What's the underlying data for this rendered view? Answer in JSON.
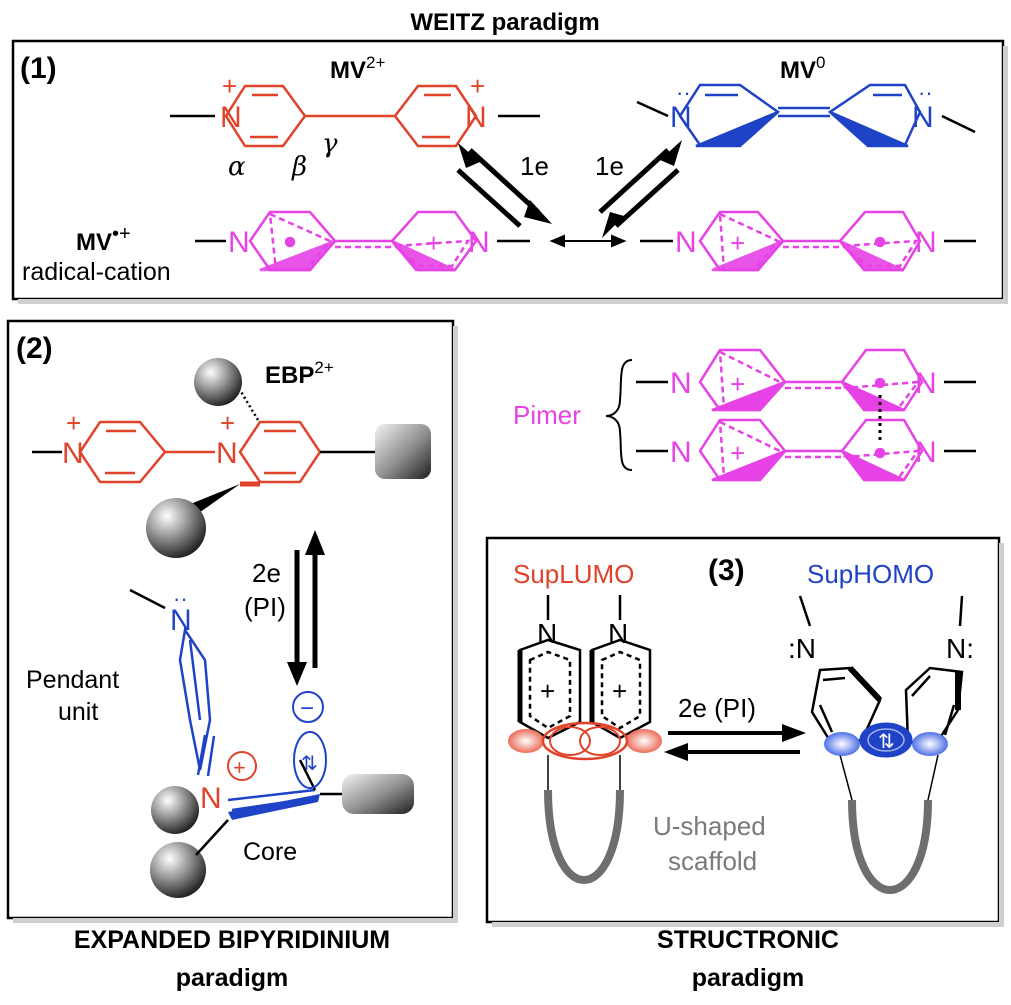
{
  "titles": {
    "weitz": "WEITZ paradigm",
    "expanded_line1": "EXPANDED BIPYRIDINIUM",
    "expanded_line2": "paradigm",
    "structronic_line1": "STRUCTRONIC",
    "structronic_line2": "paradigm"
  },
  "panel1": {
    "label": "(1)",
    "mv2": {
      "name": "MV",
      "sup": "2+"
    },
    "mv0": {
      "name": "MV",
      "sup": "0"
    },
    "mvrad": {
      "name": "MV",
      "sup": "•+"
    },
    "radical_cation": "radical-cation",
    "alpha": "α",
    "beta": "β",
    "gamma": "γ",
    "one_e_left": "1e",
    "one_e_right": "1e",
    "N": "N",
    "plus": "+"
  },
  "panel2": {
    "label": "(2)",
    "ebp": {
      "name": "EBP",
      "sup": "2+"
    },
    "two_e": "2e",
    "pi": "(PI)",
    "pendant_line1": "Pendant",
    "pendant_line2": "unit",
    "core": "Core",
    "N": "N",
    "plus": "+",
    "minus": "−"
  },
  "pimer": {
    "label": "Pimer",
    "N": "N",
    "plus": "+"
  },
  "panel3": {
    "label": "(3)",
    "suplumo": "SupLUMO",
    "suphomo": "SupHOMO",
    "two_e_pi": "2e (PI)",
    "scaffold_line1": "U-shaped",
    "scaffold_line2": "scaffold",
    "N": "N",
    "N_lone": ":N",
    "N_lone_r": "N:",
    "plus": "+"
  },
  "colors": {
    "red": "#e0432a",
    "blue": "#1f43c7",
    "magenta": "#e642e6",
    "gray": "#7a7a7a",
    "black": "#000000"
  }
}
